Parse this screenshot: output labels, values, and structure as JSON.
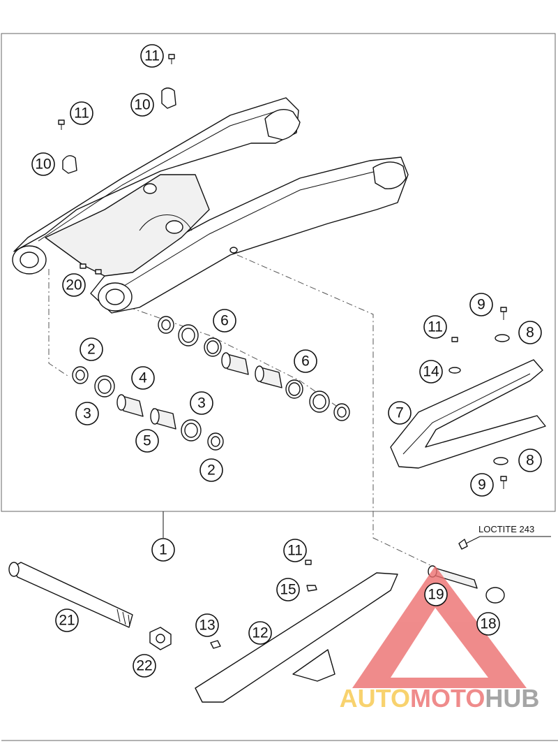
{
  "callouts": [
    {
      "label": "11"
    },
    {
      "label": "10"
    },
    {
      "label": "11"
    },
    {
      "label": "10"
    },
    {
      "label": "20"
    },
    {
      "label": "2"
    },
    {
      "label": "3"
    },
    {
      "label": "4"
    },
    {
      "label": "5"
    },
    {
      "label": "3"
    },
    {
      "label": "2"
    },
    {
      "label": "6"
    },
    {
      "label": "6"
    },
    {
      "label": "9"
    },
    {
      "label": "11"
    },
    {
      "label": "8"
    },
    {
      "label": "14"
    },
    {
      "label": "7"
    },
    {
      "label": "8"
    },
    {
      "label": "9"
    },
    {
      "label": "1"
    },
    {
      "label": "11"
    },
    {
      "label": "15"
    },
    {
      "label": "21"
    },
    {
      "label": "13"
    },
    {
      "label": "12"
    },
    {
      "label": "22"
    },
    {
      "label": "19"
    },
    {
      "label": "18"
    }
  ],
  "annotation": "LOCTITE 243",
  "watermark": {
    "part1": "AUTO",
    "part2": "MOTO",
    "part3": "HUB",
    "colors": {
      "auto": "#f7c84a",
      "moto": "#ec6f6f",
      "hub": "#8f8f8f",
      "triangle": "#ec6f6f"
    }
  }
}
